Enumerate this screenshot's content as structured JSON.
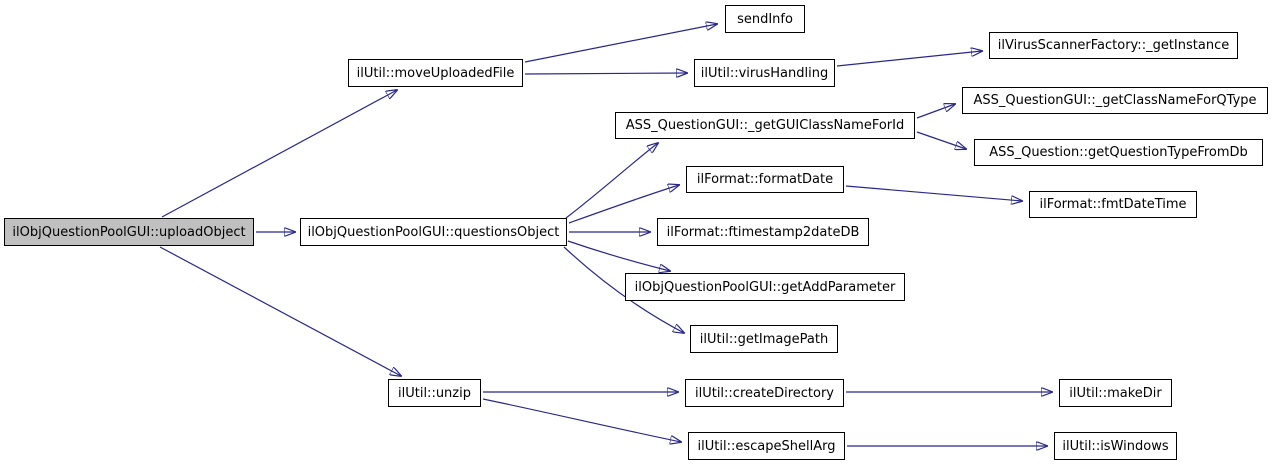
{
  "diagram": {
    "type": "call-graph",
    "background_color": "#ffffff",
    "edge_color": "#28288d",
    "node_fill_color": "#ffffff",
    "node_border_color": "#000000",
    "root_node_fill_color": "#c0c0c0",
    "nodes": {
      "upload_object": {
        "label": "ilObjQuestionPoolGUI::uploadObject"
      },
      "move_uploaded_file": {
        "label": "ilUtil::moveUploadedFile"
      },
      "send_info": {
        "label": "sendInfo"
      },
      "virus_handling": {
        "label": "ilUtil::virusHandling"
      },
      "get_instance": {
        "label": "ilVirusScannerFactory::_getInstance"
      },
      "get_gui_class_name_for_id": {
        "label": "ASS_QuestionGUI::_getGUIClassNameForId"
      },
      "get_class_name_for_qtype": {
        "label": "ASS_QuestionGUI::_getClassNameForQType"
      },
      "get_question_type_from_db": {
        "label": "ASS_Question::getQuestionTypeFromDb"
      },
      "format_date": {
        "label": "ilFormat::formatDate"
      },
      "fmt_date_time": {
        "label": "ilFormat::fmtDateTime"
      },
      "questions_object": {
        "label": "ilObjQuestionPoolGUI::questionsObject"
      },
      "ftimestamp2date_db": {
        "label": "ilFormat::ftimestamp2dateDB"
      },
      "get_add_parameter": {
        "label": "ilObjQuestionPoolGUI::getAddParameter"
      },
      "get_image_path": {
        "label": "ilUtil::getImagePath"
      },
      "unzip": {
        "label": "ilUtil::unzip"
      },
      "create_directory": {
        "label": "ilUtil::createDirectory"
      },
      "make_dir": {
        "label": "ilUtil::makeDir"
      },
      "escape_shell_arg": {
        "label": "ilUtil::escapeShellArg"
      },
      "is_windows": {
        "label": "ilUtil::isWindows"
      }
    },
    "edges": [
      {
        "from": "ilObjQuestionPoolGUI::uploadObject",
        "to": "ilUtil::moveUploadedFile"
      },
      {
        "from": "ilObjQuestionPoolGUI::uploadObject",
        "to": "ilObjQuestionPoolGUI::questionsObject"
      },
      {
        "from": "ilObjQuestionPoolGUI::uploadObject",
        "to": "ilUtil::unzip"
      },
      {
        "from": "ilUtil::moveUploadedFile",
        "to": "sendInfo"
      },
      {
        "from": "ilUtil::moveUploadedFile",
        "to": "ilUtil::virusHandling"
      },
      {
        "from": "ilUtil::virusHandling",
        "to": "ilVirusScannerFactory::_getInstance"
      },
      {
        "from": "ilObjQuestionPoolGUI::questionsObject",
        "to": "ASS_QuestionGUI::_getGUIClassNameForId"
      },
      {
        "from": "ASS_QuestionGUI::_getGUIClassNameForId",
        "to": "ASS_QuestionGUI::_getClassNameForQType"
      },
      {
        "from": "ASS_QuestionGUI::_getGUIClassNameForId",
        "to": "ASS_Question::getQuestionTypeFromDb"
      },
      {
        "from": "ilObjQuestionPoolGUI::questionsObject",
        "to": "ilFormat::formatDate"
      },
      {
        "from": "ilFormat::formatDate",
        "to": "ilFormat::fmtDateTime"
      },
      {
        "from": "ilObjQuestionPoolGUI::questionsObject",
        "to": "ilFormat::ftimestamp2dateDB"
      },
      {
        "from": "ilObjQuestionPoolGUI::questionsObject",
        "to": "ilObjQuestionPoolGUI::getAddParameter"
      },
      {
        "from": "ilObjQuestionPoolGUI::questionsObject",
        "to": "ilUtil::getImagePath"
      },
      {
        "from": "ilUtil::unzip",
        "to": "ilUtil::createDirectory"
      },
      {
        "from": "ilUtil::createDirectory",
        "to": "ilUtil::makeDir"
      },
      {
        "from": "ilUtil::unzip",
        "to": "ilUtil::escapeShellArg"
      },
      {
        "from": "ilUtil::escapeShellArg",
        "to": "ilUtil::isWindows"
      }
    ]
  }
}
